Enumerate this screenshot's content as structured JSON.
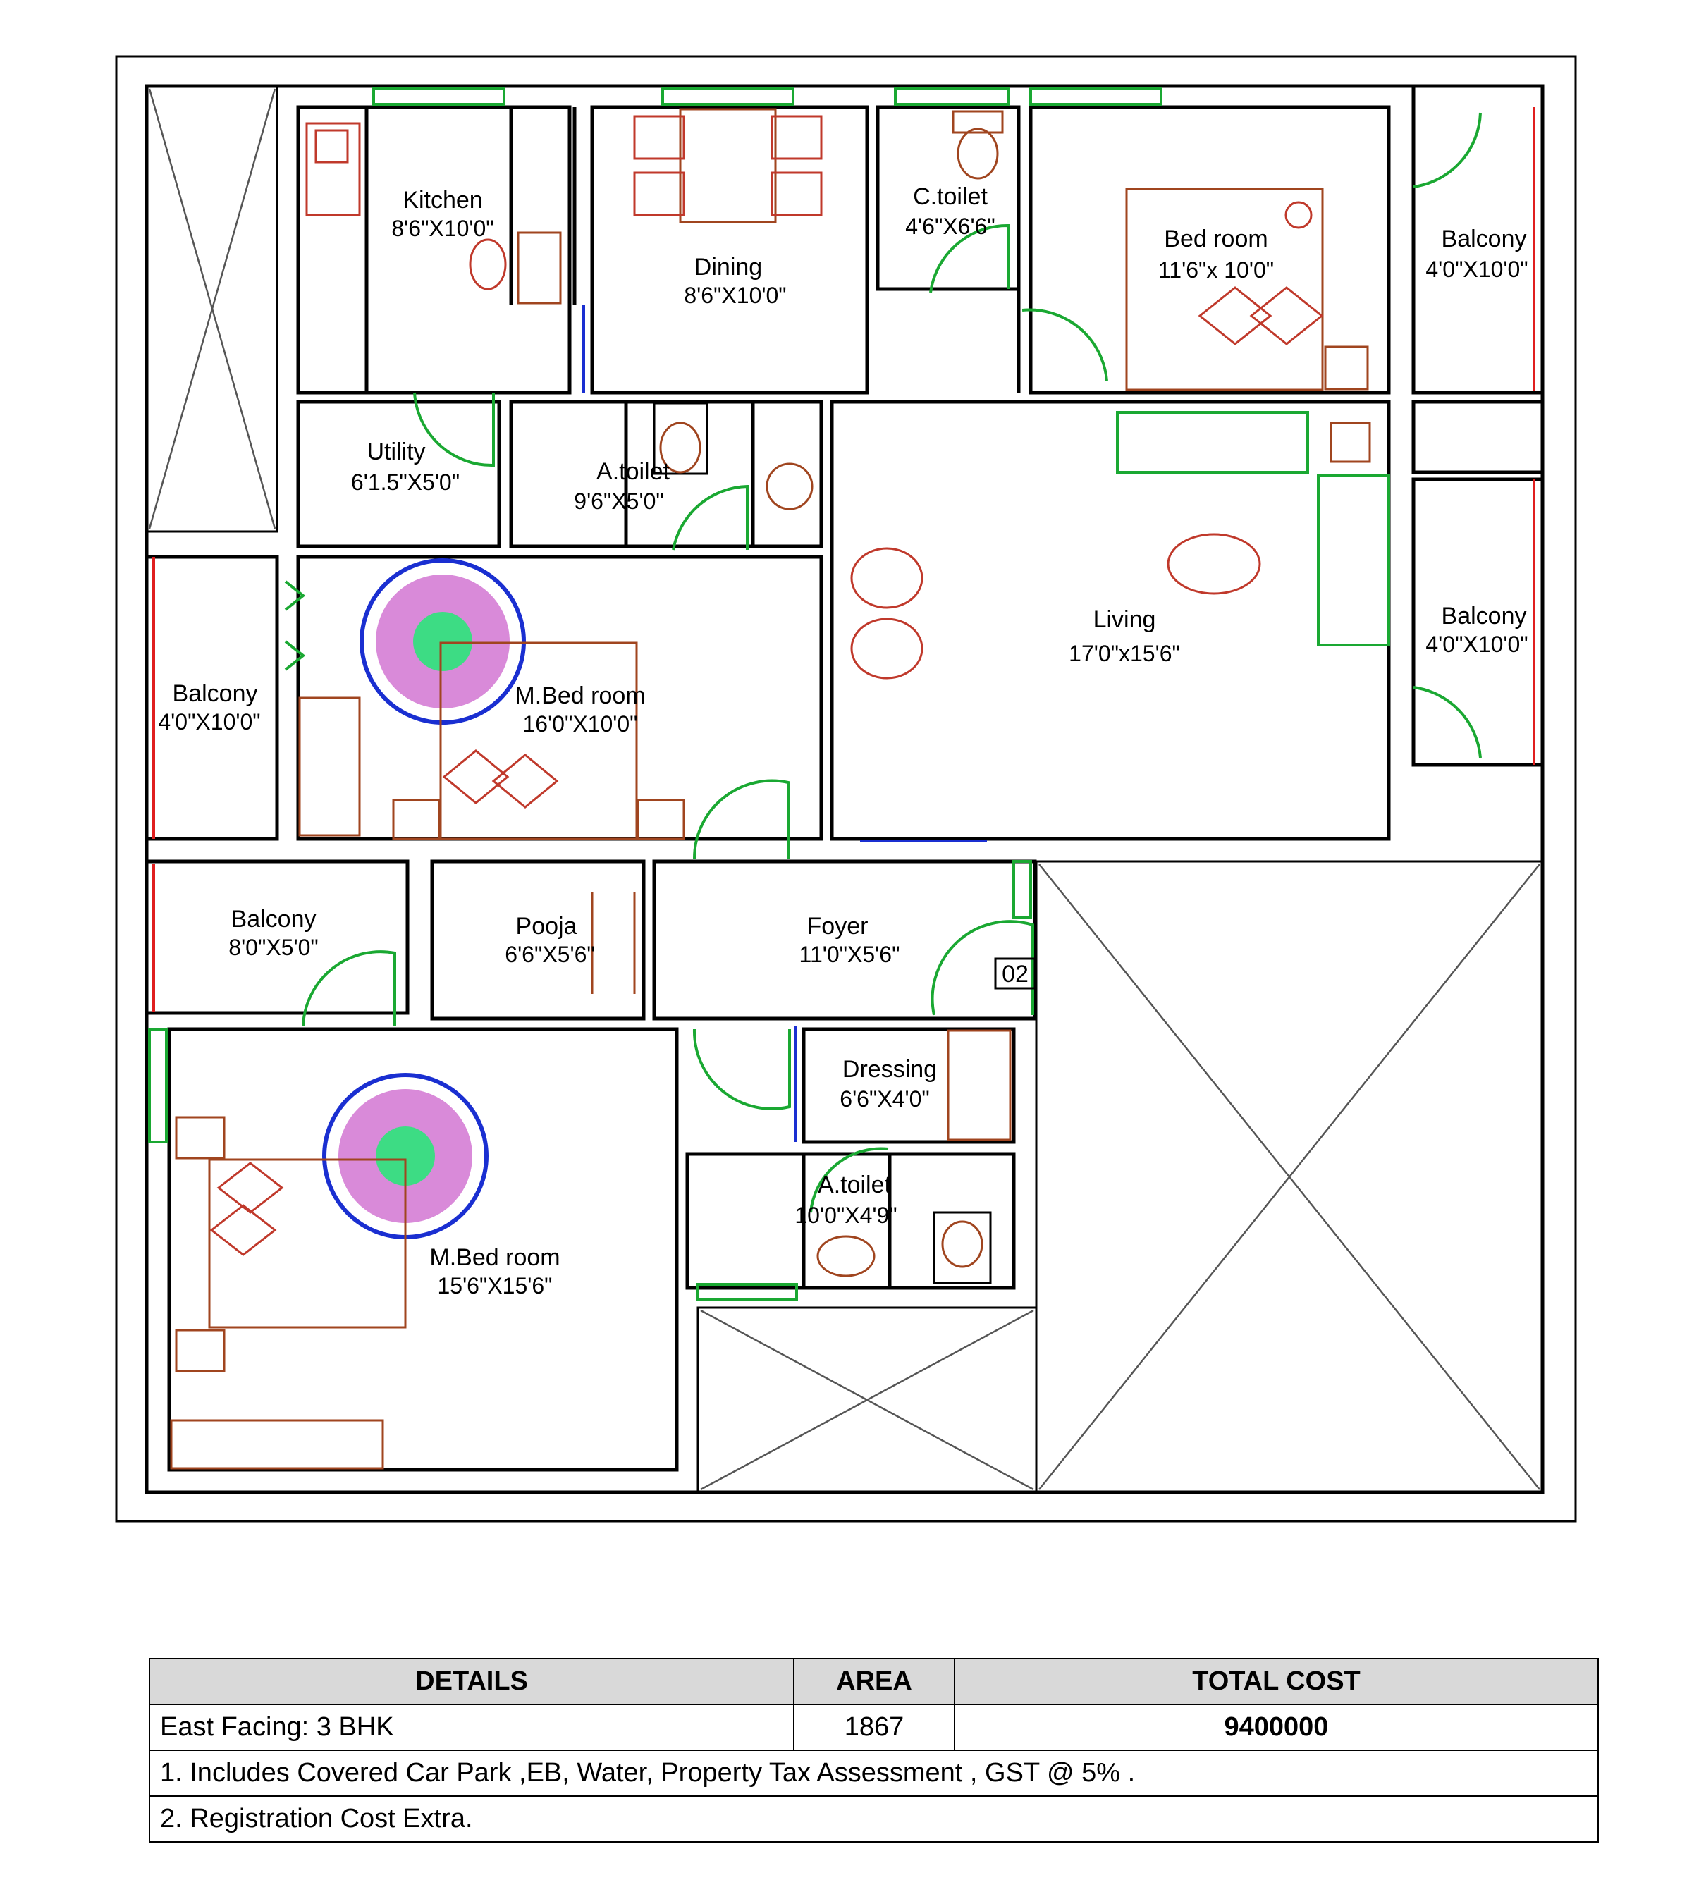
{
  "rooms": [
    {
      "name": "Kitchen",
      "dims": "8'6\"X10'0\""
    },
    {
      "name": "Dining",
      "dims": "8'6\"X10'0\""
    },
    {
      "name": "C.toilet",
      "dims": "4'6\"X6'6\""
    },
    {
      "name": "Bed room",
      "dims": "11'6\"x 10'0\""
    },
    {
      "name": "Balcony",
      "dims": "4'0\"X10'0\""
    },
    {
      "name": "Utility",
      "dims": "6'1.5\"X5'0\""
    },
    {
      "name": "A.toilet",
      "dims": "9'6\"X5'0\""
    },
    {
      "name": "Living",
      "dims": "17'0\"x15'6\""
    },
    {
      "name": "Balcony",
      "dims": "4'0\"X10'0\""
    },
    {
      "name": "Balcony",
      "dims": "4'0\"X10'0\""
    },
    {
      "name": "M.Bed room",
      "dims": "16'0\"X10'0\""
    },
    {
      "name": "Balcony",
      "dims": "8'0\"X5'0\""
    },
    {
      "name": "Pooja",
      "dims": "6'6\"X5'6\""
    },
    {
      "name": "Foyer",
      "dims": "11'0\"X5'6\""
    },
    {
      "name": "Dressing",
      "dims": "6'6\"X4'0\""
    },
    {
      "name": "A.toilet",
      "dims": "10'0\"X4'9\""
    },
    {
      "name": "M.Bed room",
      "dims": "15'6\"X15'6\""
    }
  ],
  "door_tag": "02",
  "colors": {
    "wall": "#000000",
    "door": "#1aa832",
    "furniture": "#a0451f",
    "fixture": "#c0392b",
    "window": "#e01f1f",
    "glass": "#1a2fd1",
    "header": "#d9d9d9"
  },
  "table": {
    "headers": {
      "details": "DETAILS",
      "area": "AREA",
      "total_cost": "TOTAL COST"
    },
    "row": {
      "details": "East Facing: 3 BHK",
      "area": "1867",
      "total_cost": "9400000"
    },
    "notes": [
      "1. Includes Covered Car Park ,EB, Water, Property Tax Assessment , GST @ 5% .",
      "2. Registration Cost Extra."
    ]
  }
}
